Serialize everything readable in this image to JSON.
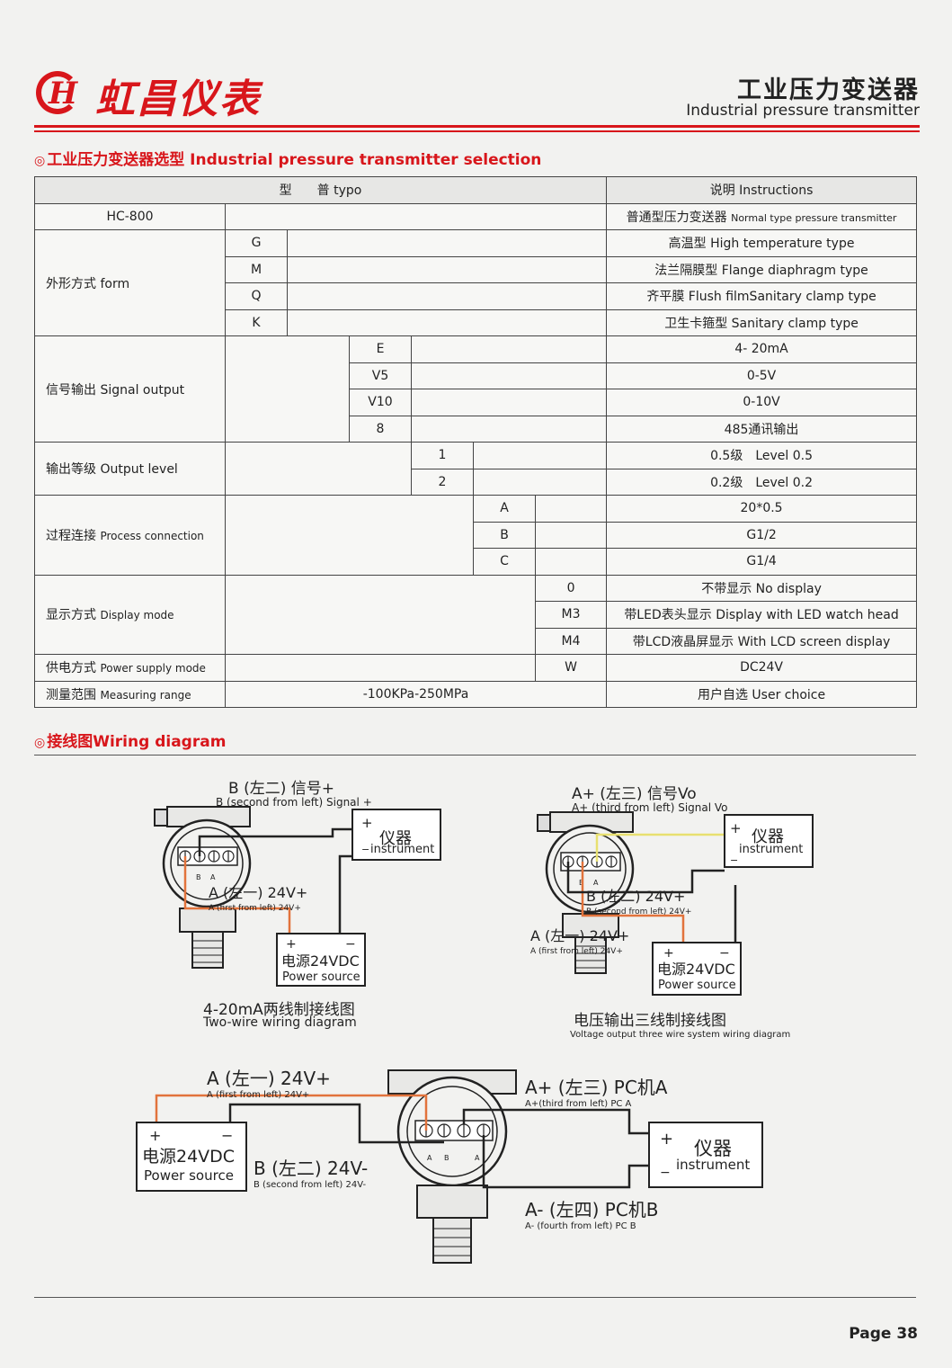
{
  "header": {
    "logo_letter": "H",
    "brand": "虹昌仪表",
    "title_cn": "工业压力变送器",
    "title_en": "Industrial pressure transmitter"
  },
  "selection": {
    "title": "工业压力变送器选型 Industrial pressure transmitter selection",
    "header_type": "型　　普 typo",
    "header_instructions": "说明 Instructions",
    "model": "HC-800",
    "model_desc_cn": "普通型压力变送器",
    "model_desc_en": "Normal type pressure transmitter",
    "form_label": "外形方式 form",
    "form": [
      {
        "code": "G",
        "desc": "高温型 High temperature type"
      },
      {
        "code": "M",
        "desc": "法兰隔膜型 Flange diaphragm type"
      },
      {
        "code": "Q",
        "desc": "齐平膜 Flush filmSanitary clamp type"
      },
      {
        "code": "K",
        "desc": "卫生卡箍型 Sanitary clamp type"
      }
    ],
    "signal_label": "信号输出 Signal output",
    "signal": [
      {
        "code": "E",
        "desc": "4- 20mA"
      },
      {
        "code": "V5",
        "desc": "0-5V"
      },
      {
        "code": "V10",
        "desc": "0-10V"
      },
      {
        "code": "8",
        "desc": "485通讯输出"
      }
    ],
    "level_label": "输出等级 Output level",
    "level": [
      {
        "code": "1",
        "desc": "0.5级　Level 0.5"
      },
      {
        "code": "2",
        "desc": "0.2级　Level 0.2"
      }
    ],
    "process_label_cn": "过程连接",
    "process_label_en": "Process connection",
    "process": [
      {
        "code": "A",
        "desc": "20*0.5"
      },
      {
        "code": "B",
        "desc": "G1/2"
      },
      {
        "code": "C",
        "desc": "G1/4"
      }
    ],
    "display_label_cn": "显示方式",
    "display_label_en": "Display mode",
    "display": [
      {
        "code": "0",
        "desc": "不带显示 No display"
      },
      {
        "code": "M3",
        "desc": "带LED表头显示 Display with LED watch head"
      },
      {
        "code": "M4",
        "desc": "带LCD液晶屏显示 With LCD screen display"
      }
    ],
    "power_label_cn": "供电方式",
    "power_label_en": "Power supply mode",
    "power": {
      "code": "W",
      "desc": "DC24V"
    },
    "range_label_cn": "测量范围",
    "range_label_en": "Measuring range",
    "range_value": "-100KPa-250MPa",
    "range_desc": "用户自选 User choice"
  },
  "wiring": {
    "title": "接线图Wiring diagram",
    "d1": {
      "b_cn": "B (左二) 信号+",
      "b_en": "B (second from left) Signal +",
      "a_cn": "A (左一) 24V+",
      "a_en": "A (first from left) 24V+",
      "caption_cn": "4-20mA两线制接线图",
      "caption_en": "Two-wire wiring diagram"
    },
    "d2": {
      "a_plus_cn": "A+ (左三)  信号Vo",
      "a_plus_en": "A+ (third from left) Signal Vo",
      "b_cn": "B (左二)  24V+",
      "b_en": "B (second from left) 24V+",
      "a_cn": "A (左一)  24V+",
      "a_en": "A (first from left) 24V+",
      "caption_cn": "电压输出三线制接线图",
      "caption_en": "Voltage output three wire system wiring diagram"
    },
    "d3": {
      "a_cn": "A (左一)  24V+",
      "a_en": "A (first from left) 24V+",
      "b_cn": "B  (左二)   24V-",
      "b_en": "B (second from left) 24V-",
      "a_plus_cn": "A+ (左三)   PC机A",
      "a_plus_en": "A+(third from left) PC A",
      "a_minus_cn": "A- (左四)   PC机B",
      "a_minus_en": "A- (fourth from left) PC B"
    },
    "instrument_cn": "仪器",
    "instrument_en": "instrument",
    "power_cn": "电源24VDC",
    "power_en": "Power source",
    "plus": "+",
    "minus": "−",
    "term_a": "A",
    "term_b": "B"
  },
  "footer": {
    "page": "Page 38"
  },
  "colors": {
    "brand_red": "#d8161b",
    "wire_orange": "#e2733c",
    "wire_yellow": "#e8e070",
    "wire_black": "#222222"
  }
}
